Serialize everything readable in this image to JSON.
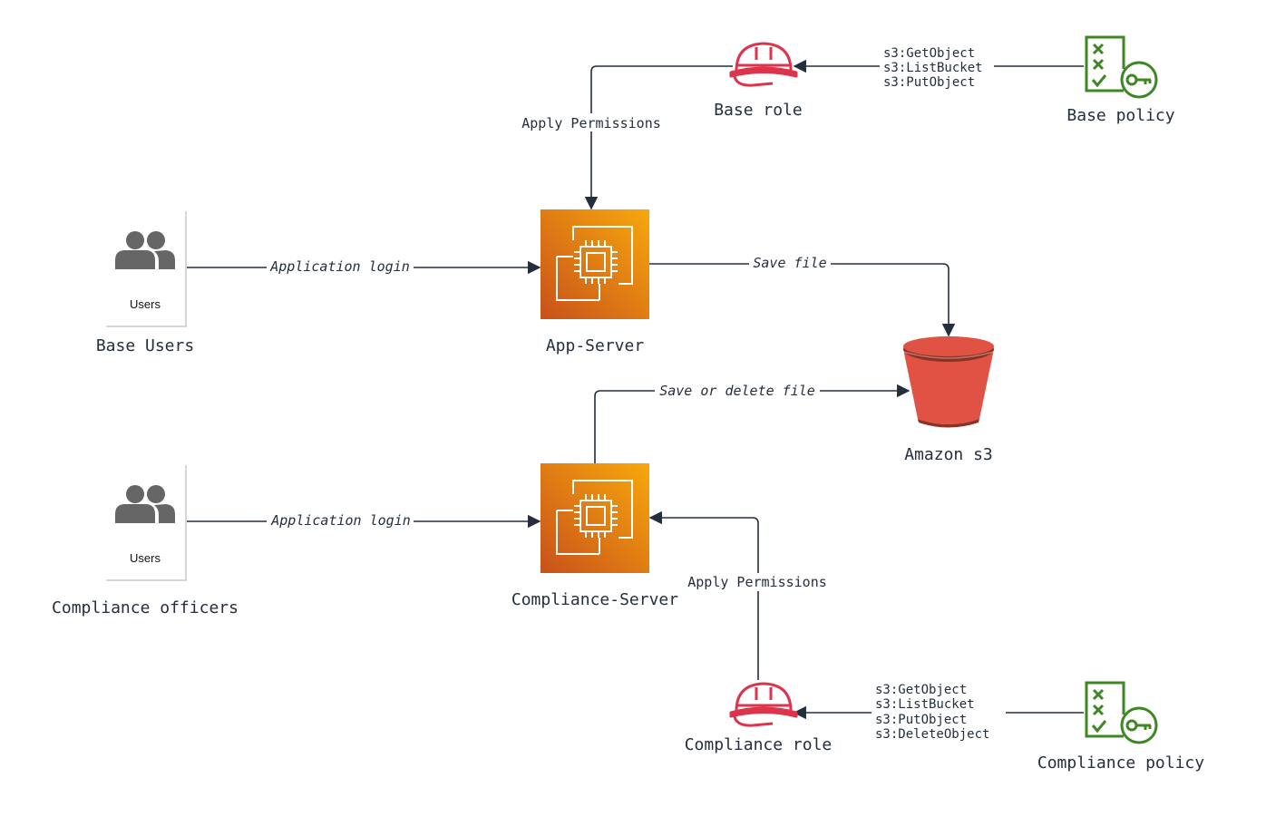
{
  "nodes": {
    "base_users": {
      "label": "Base Users",
      "card_caption": "Users"
    },
    "compliance_officers": {
      "label": "Compliance officers",
      "card_caption": "Users"
    },
    "app_server": {
      "label": "App-Server"
    },
    "compliance_server": {
      "label": "Compliance-Server"
    },
    "amazon_s3": {
      "label": "Amazon s3"
    },
    "base_role": {
      "label": "Base role"
    },
    "base_policy": {
      "label": "Base policy"
    },
    "compliance_role": {
      "label": "Compliance role"
    },
    "compliance_policy": {
      "label": "Compliance policy"
    }
  },
  "edges": {
    "base_login": "Application login",
    "compliance_login": "Application login",
    "app_save": "Save file",
    "compliance_save": "Save or delete file",
    "base_apply": "Apply Permissions",
    "compliance_apply": "Apply Permissions"
  },
  "base_policy_permissions": [
    "s3:GetObject",
    "s3:ListBucket",
    "s3:PutObject"
  ],
  "compliance_policy_permissions": [
    "s3:GetObject",
    "s3:ListBucket",
    "s3:PutObject",
    "s3:DeleteObject"
  ],
  "colors": {
    "ec2_gradient_start": "#f7a80d",
    "ec2_gradient_end": "#c8511b",
    "s3_red": "#e05243",
    "s3_dark": "#8c3123",
    "role_red": "#dd344c",
    "policy_green": "#3f8624",
    "users_gray": "#666666",
    "line": "#232f3e"
  }
}
